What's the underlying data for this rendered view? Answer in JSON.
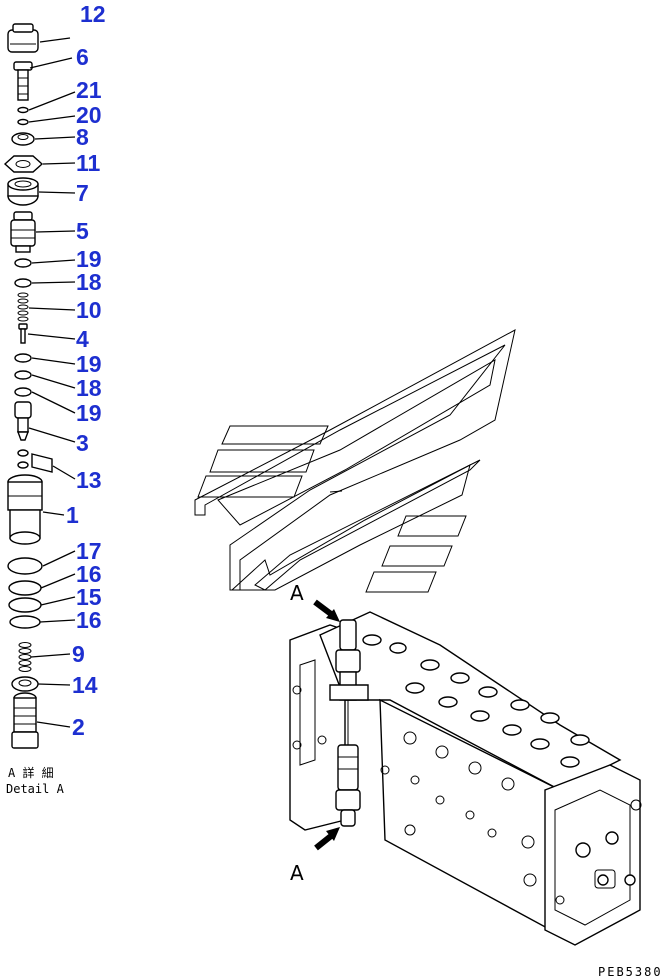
{
  "callouts": [
    "12",
    "6",
    "21",
    "20",
    "8",
    "11",
    "7",
    "5",
    "19",
    "18",
    "10",
    "4",
    "19",
    "18",
    "19",
    "3",
    "13",
    "1",
    "17",
    "16",
    "15",
    "16",
    "9",
    "14",
    "2"
  ],
  "detail_caption_jp": "A 詳 細",
  "detail_caption_en": "Detail A",
  "view_marker_top": "A",
  "view_marker_bottom": "A",
  "drawing_code": "PEB5380",
  "colors": {
    "callout": "#1d2fd0",
    "line": "#000000",
    "background": "#ffffff"
  }
}
